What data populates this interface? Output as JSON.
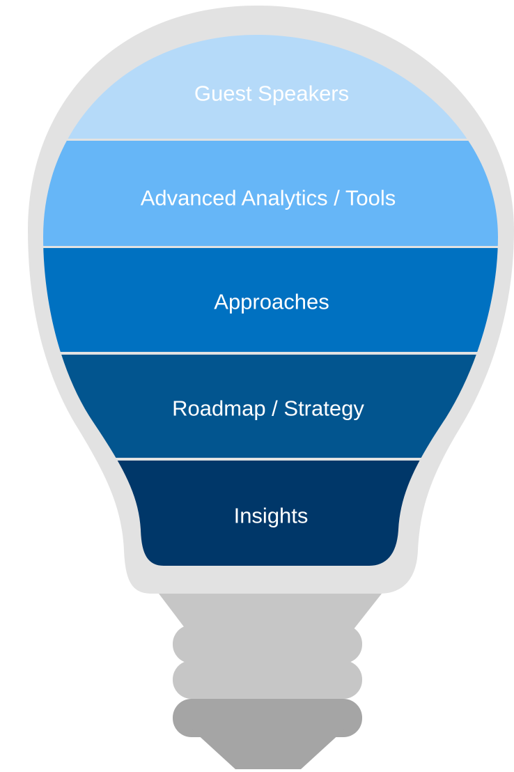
{
  "layers": [
    {
      "label": "Guest Speakers",
      "color": "#b5daf9",
      "text_color": "#ffffff"
    },
    {
      "label": "Advanced Analytics / Tools",
      "color": "#66b6f7",
      "text_color": "#ffffff"
    },
    {
      "label": "Approaches",
      "color": "#0071c1",
      "text_color": "#ffffff"
    },
    {
      "label": "Roadmap / Strategy",
      "color": "#02558f",
      "text_color": "#ffffff"
    },
    {
      "label": "Insights",
      "color": "#003769",
      "text_color": "#ffffff"
    }
  ],
  "colors": {
    "glass": "#e2e2e2",
    "base": "#c6c6c6",
    "thread_light": "#c6c6c6",
    "thread_dark": "#a5a5a5",
    "tip": "#a5a5a5"
  }
}
